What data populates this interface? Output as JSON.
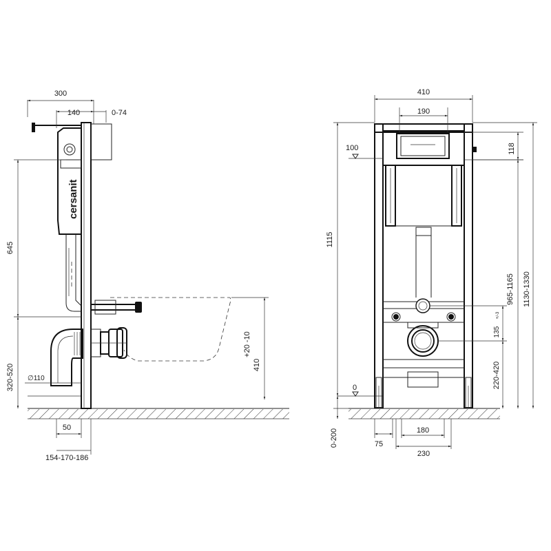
{
  "brand": "cersanit",
  "side_view": {
    "width_total": "300",
    "width_tank": "140",
    "offset_front": "0-74",
    "height_button": "645",
    "height_drain": "320-520",
    "pipe_diameter": "∅110",
    "frame_offset": "50",
    "frame_depth": "154-170-186",
    "bowl_height_adjust": "+20 -10",
    "bowl_height": "410"
  },
  "front_view": {
    "width_total": "410",
    "width_button": "190",
    "level_top": "100",
    "button_height": "118",
    "height_total": "1115",
    "height_range_a": "965-1165",
    "height_range_b": "1130-1330",
    "level_floor": "0",
    "drain_spacing": "135",
    "drain_spacing_tol": "+/-3",
    "drain_height": "220-420",
    "floor_offset": "0-200",
    "leg_offset": "75",
    "studs_spacing": "180",
    "outer_spacing": "230"
  }
}
